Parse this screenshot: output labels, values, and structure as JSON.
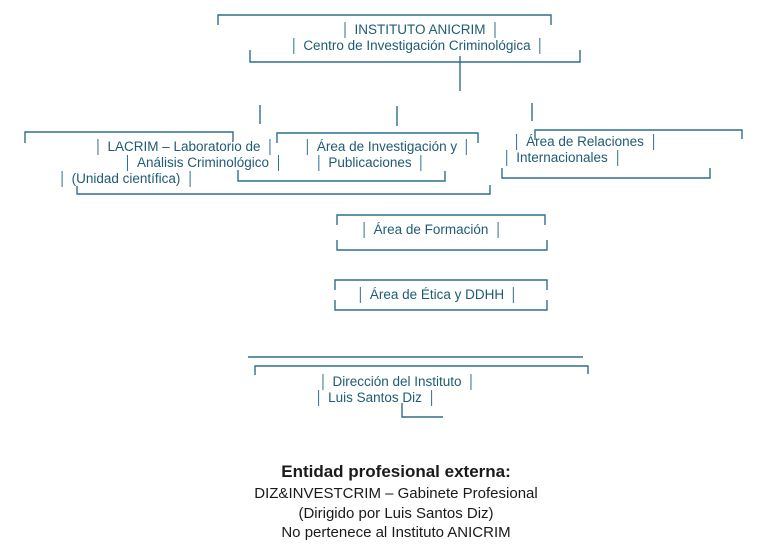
{
  "org_chart": {
    "colors": {
      "box_line": "#2F6F8C",
      "node_text": "#1E5B74",
      "footer_text": "#1A1A1A",
      "background": "#FFFFFF"
    },
    "nodes": {
      "instituto": {
        "lines": [
          "INSTITUTO ANICRIM",
          "Centro de Investigación Criminológica"
        ]
      },
      "lacrim": {
        "lines": [
          "LACRIM – Laboratorio de",
          "Análisis Criminológico",
          "(Unidad científica)"
        ]
      },
      "investigacion": {
        "lines": [
          "Área de Investigación y",
          "Publicaciones"
        ]
      },
      "relaciones": {
        "lines": [
          "Área de Relaciones",
          "Internacionales"
        ]
      },
      "formacion": {
        "lines": [
          "Área de Formación"
        ]
      },
      "etica": {
        "lines": [
          "Área de Ética y DDHH"
        ]
      },
      "direccion": {
        "lines": [
          "Dirección del Instituto",
          "Luis Santos Diz"
        ]
      }
    }
  },
  "footer": {
    "title": "Entidad profesional externa:",
    "lines": [
      "DIZ&INVESTCRIM – Gabinete Profesional",
      "(Dirigido por Luis Santos Diz)",
      "No pertenece al Instituto ANICRIM"
    ]
  }
}
